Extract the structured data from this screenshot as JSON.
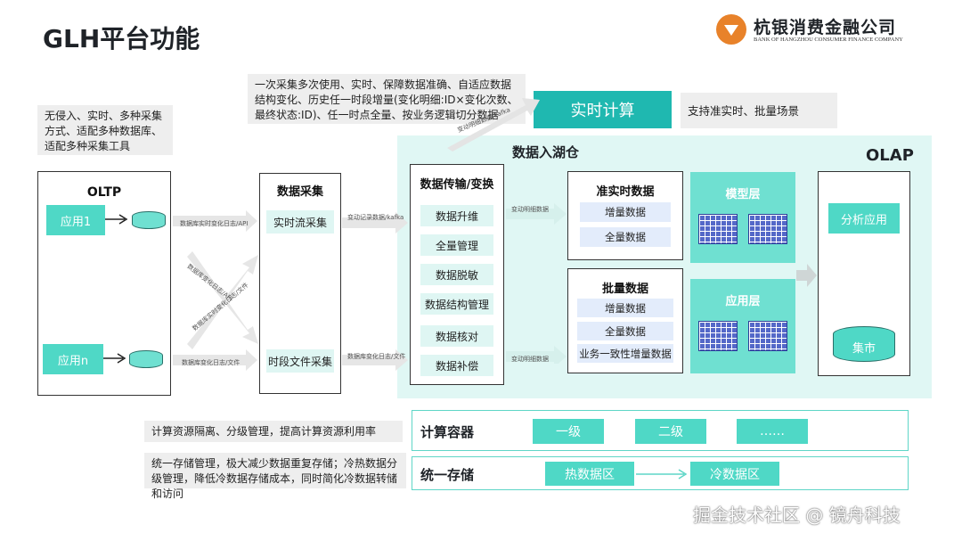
{
  "title": "GLH平台功能",
  "logo": {
    "cn": "杭银消费金融公司",
    "en": "BANK OF HANGZHOU CONSUMER FINANCE COMPANY"
  },
  "notes": {
    "collect": "无侵入、实时、多种采集方式、适配多种数据库、适配多种采集工具",
    "lake": "一次采集多次使用、实时、保障数据准确、自适应数据结构变化、历史任一时段增量(变化明细:ID×变化次数、最终状态:ID)、任一时点全量、按业务逻辑切分数据",
    "realtime": "支持准实时、批量场景",
    "compute": "计算资源隔离、分级管理，提高计算资源利用率",
    "storage": "统一存储管理，极大减少数据重复存储；冷热数据分级管理，降低冷数据存储成本，同时简化冷数据转储和访问"
  },
  "realtime_compute": "实时计算",
  "oltp": {
    "title": "OLTP",
    "app1": "应用1",
    "appn": "应用n"
  },
  "flows": {
    "db_api": "数据库实时变化日志/API",
    "db_file": "数据库变化日志/文件",
    "cross1": "数据库变化日志/API",
    "cross2": "数据库实时变化日志/文件",
    "kafka1": "变动记录数据/kafka",
    "db_change": "数据库变化日志/文件",
    "detail_kafka": "变动明细数据/kafka",
    "detail1": "变动明细数据",
    "detail2": "变动明细数据"
  },
  "collect": {
    "title": "数据采集",
    "stream": "实时流采集",
    "file": "时段文件采集"
  },
  "lake": {
    "title": "数据入湖仓"
  },
  "transform": {
    "title": "数据传输/变换",
    "items": [
      "数据升维",
      "全量管理",
      "数据脱敏",
      "数据结构管理",
      "数据核对",
      "数据补偿"
    ]
  },
  "near_rt": {
    "title": "准实时数据",
    "items": [
      "增量数据",
      "全量数据"
    ]
  },
  "batch": {
    "title": "批量数据",
    "items": [
      "增量数据",
      "全量数据",
      "业务一致性增量数据"
    ]
  },
  "layers": {
    "model": "模型层",
    "app": "应用层"
  },
  "olap": {
    "title": "OLAP",
    "analysis": "分析应用",
    "mart": "集市"
  },
  "container": {
    "title": "计算容器",
    "levels": [
      "一级",
      "二级",
      "……"
    ]
  },
  "storage": {
    "title": "统一存储",
    "hot": "热数据区",
    "cold": "冷数据区"
  },
  "watermark": "掘金技术社区 @ 镜舟科技"
}
